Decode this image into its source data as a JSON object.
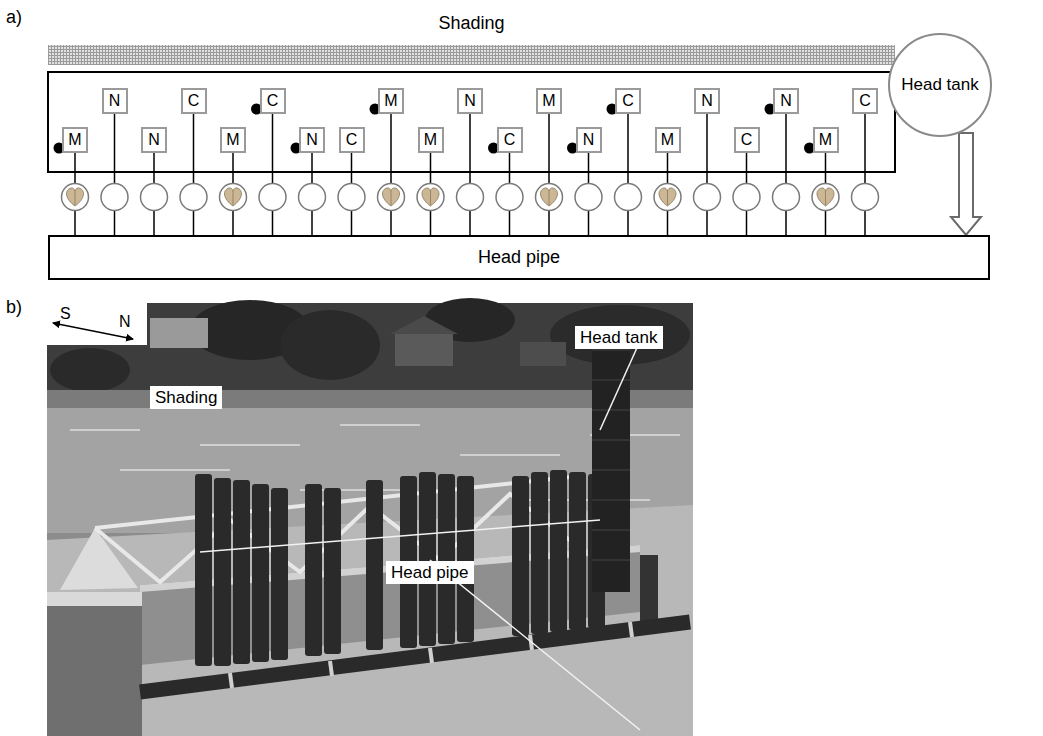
{
  "diagram": {
    "nodes": [
      {
        "text": [
          "Shading"
        ]
      },
      {
        "text": [
          "M"
        ]
      },
      {
        "text": [
          "N"
        ]
      },
      {
        "text": [
          "N"
        ]
      },
      {
        "text": [
          "C"
        ]
      },
      {
        "text": [
          "M"
        ]
      },
      {
        "text": [
          "C"
        ]
      },
      {
        "text": [
          "N"
        ]
      },
      {
        "text": [
          "C"
        ]
      },
      {
        "text": [
          "M"
        ]
      },
      {
        "text": [
          "M"
        ]
      },
      {
        "text": [
          "N"
        ]
      },
      {
        "text": [
          "C"
        ]
      },
      {
        "text": [
          "M"
        ]
      },
      {
        "text": [
          "N"
        ]
      },
      {
        "text": [
          "C"
        ]
      },
      {
        "text": [
          "M"
        ]
      },
      {
        "text": [
          "N"
        ]
      },
      {
        "text": [
          "C"
        ]
      },
      {
        "text": [
          "N"
        ]
      },
      {
        "text": [
          "M"
        ]
      },
      {
        "text": [
          "C"
        ]
      },
      {
        "text": [
          "Head tank"
        ]
      },
      {
        "text": [
          "Head pipe"
        ]
      }
    ],
    "edges": [
      {
        "from": 22,
        "to": 23,
        "arrow": "to"
      }
    ],
    "labels": [
      "a)",
      "b)",
      "S",
      "N",
      "Head tank",
      "Shading",
      "Head pipe"
    ]
  }
}
